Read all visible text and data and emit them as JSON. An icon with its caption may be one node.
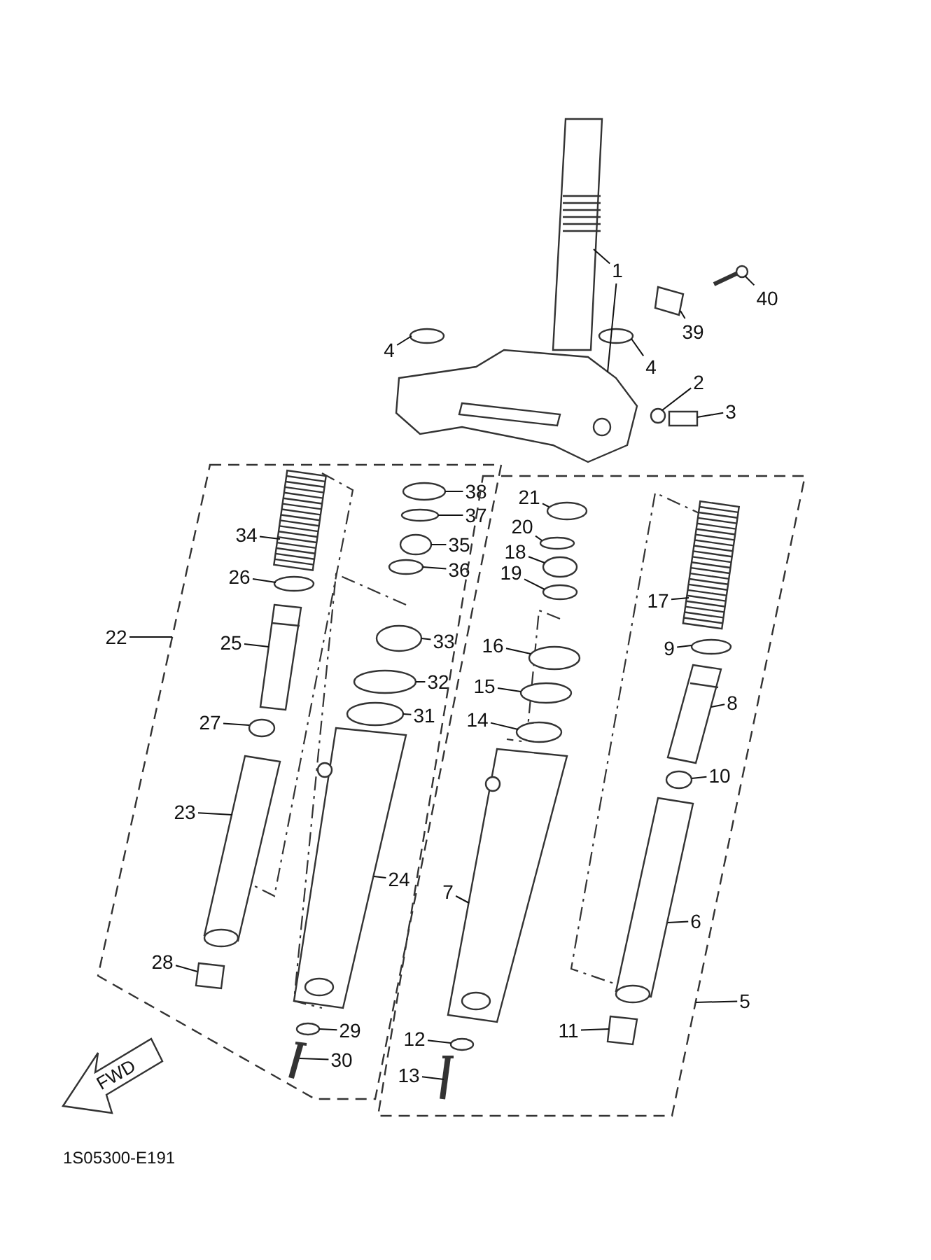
{
  "diagram": {
    "nodes": [
      {
        "text": [
          "1"
        ]
      },
      {
        "text": [
          "40"
        ]
      },
      {
        "text": [
          "39"
        ]
      },
      {
        "text": [
          "4"
        ]
      },
      {
        "text": [
          "4"
        ]
      },
      {
        "text": [
          "2"
        ]
      },
      {
        "text": [
          "3"
        ]
      },
      {
        "text": [
          "38"
        ],
        "in": 49
      },
      {
        "text": [
          "21"
        ],
        "in": 50
      },
      {
        "text": [
          "37"
        ],
        "in": 49
      },
      {
        "text": [
          "20"
        ],
        "in": 50
      },
      {
        "text": [
          "34"
        ],
        "in": 49
      },
      {
        "text": [
          "35"
        ],
        "in": 49
      },
      {
        "text": [
          "18"
        ],
        "in": 50
      },
      {
        "text": [
          "36"
        ],
        "in": 49
      },
      {
        "text": [
          "26"
        ],
        "in": 49
      },
      {
        "text": [
          "19"
        ],
        "in": 50
      },
      {
        "text": [
          "17"
        ],
        "in": 50
      },
      {
        "text": [
          "22"
        ]
      },
      {
        "text": [
          "25"
        ],
        "in": 49
      },
      {
        "text": [
          "33"
        ],
        "in": 49
      },
      {
        "text": [
          "16"
        ],
        "in": 50
      },
      {
        "text": [
          "9"
        ],
        "in": 50
      },
      {
        "text": [
          "32"
        ],
        "in": 49
      },
      {
        "text": [
          "15"
        ],
        "in": 50
      },
      {
        "text": [
          "8"
        ],
        "in": 50
      },
      {
        "text": [
          "31"
        ],
        "in": 49
      },
      {
        "text": [
          "27"
        ],
        "in": 49
      },
      {
        "text": [
          "14"
        ],
        "in": 50
      },
      {
        "text": [
          "10"
        ],
        "in": 50
      },
      {
        "text": [
          "23"
        ],
        "in": 49
      },
      {
        "text": [
          "24"
        ],
        "in": 49
      },
      {
        "text": [
          "7"
        ],
        "in": 50
      },
      {
        "text": [
          "6"
        ],
        "in": 50
      },
      {
        "text": [
          "28"
        ],
        "in": 49
      },
      {
        "text": [
          "5"
        ]
      },
      {
        "text": [
          "11"
        ],
        "in": 50
      },
      {
        "text": [
          "29"
        ],
        "in": 49
      },
      {
        "text": [
          "12"
        ],
        "in": 50
      },
      {
        "text": [
          "30"
        ],
        "in": 49
      },
      {
        "text": [
          "13"
        ],
        "in": 50
      },
      {
        "text": [],
        "shape": "picture"
      },
      {
        "text": [],
        "shape": "picture"
      },
      {
        "text": [],
        "shape": "picture"
      },
      {
        "text": [],
        "shape": "box"
      },
      {
        "text": [],
        "shape": "circle"
      },
      {
        "text": [],
        "shape": "circle"
      },
      {
        "text": [],
        "shape": "circle"
      },
      {
        "text": [],
        "shape": "box"
      },
      {
        "text": [],
        "shape": "box"
      },
      {
        "text": [],
        "shape": "box"
      },
      {
        "text": [],
        "shape": "picture",
        "in": 49
      },
      {
        "text": [],
        "shape": "circle",
        "in": 49
      },
      {
        "text": [],
        "shape": "picture",
        "in": 49
      },
      {
        "text": [],
        "shape": "circle",
        "in": 49
      },
      {
        "text": [],
        "shape": "picture",
        "in": 49
      },
      {
        "text": [],
        "shape": "box",
        "in": 49
      },
      {
        "text": [],
        "shape": "circle",
        "in": 49
      },
      {
        "text": [],
        "shape": "circle",
        "in": 49
      },
      {
        "text": [],
        "shape": "circle",
        "in": 49
      },
      {
        "text": [],
        "shape": "circle",
        "in": 49
      },
      {
        "text": [],
        "shape": "circle",
        "in": 49
      },
      {
        "text": [],
        "shape": "circle",
        "in": 49
      },
      {
        "text": [],
        "shape": "circle",
        "in": 49
      },
      {
        "text": [],
        "shape": "picture",
        "in": 49
      },
      {
        "text": [],
        "shape": "circle",
        "in": 49
      },
      {
        "text": [],
        "shape": "picture",
        "in": 49
      },
      {
        "text": [],
        "shape": "circle",
        "in": 50
      },
      {
        "text": [],
        "shape": "circle",
        "in": 50
      },
      {
        "text": [],
        "shape": "circle",
        "in": 50
      },
      {
        "text": [],
        "shape": "circle",
        "in": 50
      },
      {
        "text": [],
        "shape": "circle",
        "in": 50
      },
      {
        "text": [],
        "shape": "circle",
        "in": 50
      },
      {
        "text": [],
        "shape": "circle",
        "in": 50
      },
      {
        "text": [],
        "shape": "picture",
        "in": 50
      },
      {
        "text": [],
        "shape": "circle",
        "in": 50
      },
      {
        "text": [],
        "shape": "picture",
        "in": 50
      },
      {
        "text": [],
        "shape": "picture",
        "in": 50
      },
      {
        "text": [],
        "shape": "circle",
        "in": 50
      },
      {
        "text": [],
        "shape": "picture",
        "in": 50
      },
      {
        "text": [],
        "shape": "circle",
        "in": 50
      },
      {
        "text": [],
        "shape": "picture",
        "in": 50
      },
      {
        "text": [],
        "shape": "box",
        "in": 50
      }
    ],
    "edges": [
      {
        "from": 0,
        "to": 41,
        "arrow": "none"
      },
      {
        "from": 0,
        "to": 42,
        "arrow": "none"
      },
      {
        "from": 1,
        "to": 43,
        "arrow": "none"
      },
      {
        "from": 2,
        "to": 44,
        "arrow": "none"
      },
      {
        "from": 3,
        "to": 45,
        "arrow": "none"
      },
      {
        "from": 4,
        "to": 46,
        "arrow": "none"
      },
      {
        "from": 5,
        "to": 47,
        "arrow": "none"
      },
      {
        "from": 6,
        "to": 48,
        "arrow": "none"
      },
      {
        "from": 7,
        "to": 57,
        "arrow": "none"
      },
      {
        "from": 8,
        "to": 67,
        "arrow": "none"
      },
      {
        "from": 9,
        "to": 58,
        "arrow": "none"
      },
      {
        "from": 10,
        "to": 68,
        "arrow": "none"
      },
      {
        "from": 11,
        "to": 51,
        "arrow": "none"
      },
      {
        "from": 12,
        "to": 59,
        "arrow": "none"
      },
      {
        "from": 13,
        "to": 69,
        "arrow": "none"
      },
      {
        "from": 14,
        "to": 60,
        "arrow": "none"
      },
      {
        "from": 15,
        "to": 52,
        "arrow": "none"
      },
      {
        "from": 16,
        "to": 70,
        "arrow": "none"
      },
      {
        "from": 17,
        "to": 77,
        "arrow": "none"
      },
      {
        "from": 18,
        "to": 49,
        "arrow": "none"
      },
      {
        "from": 19,
        "to": 53,
        "arrow": "none"
      },
      {
        "from": 20,
        "to": 61,
        "arrow": "none"
      },
      {
        "from": 21,
        "to": 71,
        "arrow": "none"
      },
      {
        "from": 22,
        "to": 78,
        "arrow": "none"
      },
      {
        "from": 23,
        "to": 62,
        "arrow": "none"
      },
      {
        "from": 24,
        "to": 72,
        "arrow": "none"
      },
      {
        "from": 25,
        "to": 79,
        "arrow": "none"
      },
      {
        "from": 26,
        "to": 63,
        "arrow": "none"
      },
      {
        "from": 27,
        "to": 54,
        "arrow": "none"
      },
      {
        "from": 28,
        "to": 73,
        "arrow": "none"
      },
      {
        "from": 29,
        "to": 80,
        "arrow": "none"
      },
      {
        "from": 30,
        "to": 55,
        "arrow": "none"
      },
      {
        "from": 31,
        "to": 64,
        "arrow": "none"
      },
      {
        "from": 32,
        "to": 74,
        "arrow": "none"
      },
      {
        "from": 33,
        "to": 81,
        "arrow": "none"
      },
      {
        "from": 34,
        "to": 56,
        "arrow": "none"
      },
      {
        "from": 35,
        "to": 50,
        "arrow": "none"
      },
      {
        "from": 36,
        "to": 82,
        "arrow": "none"
      },
      {
        "from": 37,
        "to": 65,
        "arrow": "none"
      },
      {
        "from": 38,
        "to": 75,
        "arrow": "none"
      },
      {
        "from": 39,
        "to": 66,
        "arrow": "none"
      },
      {
        "from": 40,
        "to": 76,
        "arrow": "none"
      }
    ],
    "labels": [
      "FWD",
      "1S05300-E191"
    ]
  }
}
